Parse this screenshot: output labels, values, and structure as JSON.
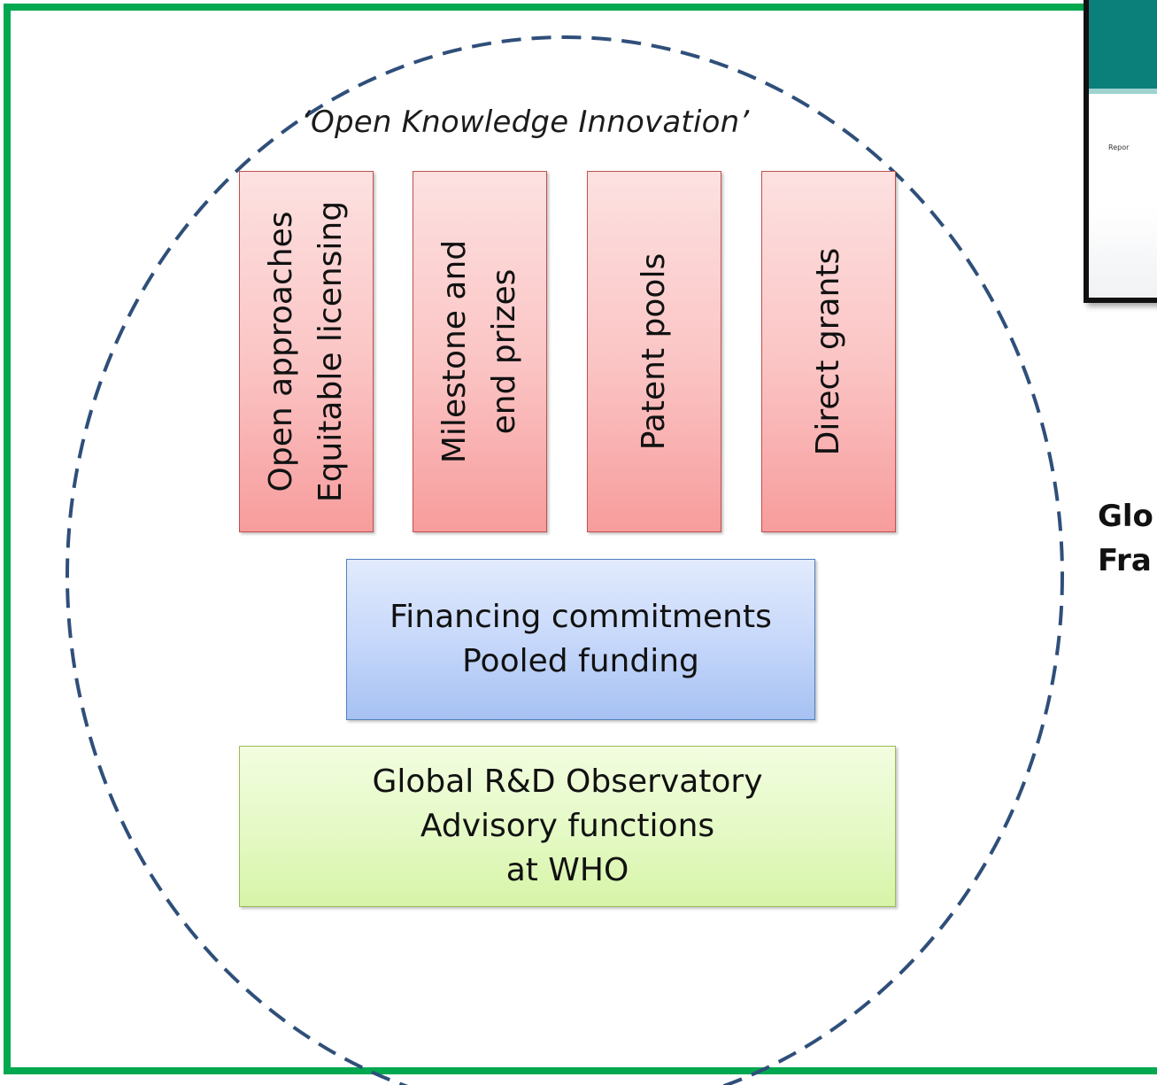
{
  "caption": "‘Open Knowledge Innovation’",
  "pillars": [
    {
      "line1": "Open approaches",
      "line2": "Equitable licensing"
    },
    {
      "line1": "Milestone and",
      "line2": "end prizes"
    },
    {
      "line1": "Patent pools",
      "line2": ""
    },
    {
      "line1": "Direct grants",
      "line2": ""
    }
  ],
  "financing": {
    "line1": "Financing commitments",
    "line2": "Pooled funding"
  },
  "observatory": {
    "line1": "Global R&D Observatory",
    "line2": "Advisory functions",
    "line3": "at WHO"
  },
  "inset": {
    "text": "Repor"
  },
  "side_label": {
    "line1": "Glo",
    "line2": "Fra"
  },
  "colors": {
    "frame": "#00a84f",
    "circle_dash": "#2f4f7a",
    "pillar_border": "#c0504d",
    "blue_border": "#4f81bd",
    "green_border": "#9bbb59",
    "inset_band": "#0b7f79"
  }
}
